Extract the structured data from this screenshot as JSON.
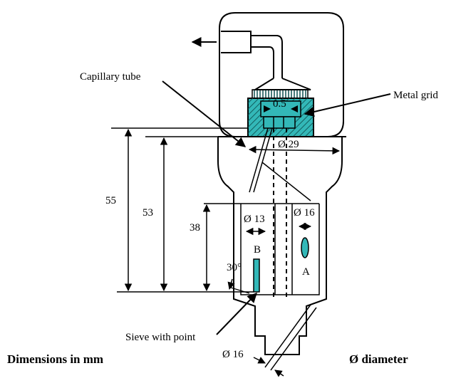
{
  "labels": {
    "capillary_tube": "Capillary tube",
    "metal_grid": "Metal grid",
    "sieve_with_point": "Sieve with point",
    "dimensions_in_mm": "Dimensions in mm",
    "diameter_legend": "Ø diameter",
    "mesh_size": "0.5",
    "port_a": "A",
    "port_b": "B"
  },
  "dimensions": {
    "d29": "Ø 29",
    "d13": "Ø 13",
    "d16_right": "Ø 16",
    "d16_bottom": "Ø 16",
    "h55": "55",
    "h53": "53",
    "h38": "38",
    "angle30": "30°"
  },
  "colors": {
    "grid_fill": "#33b8b8",
    "outline": "#000000",
    "background": "#ffffff"
  }
}
